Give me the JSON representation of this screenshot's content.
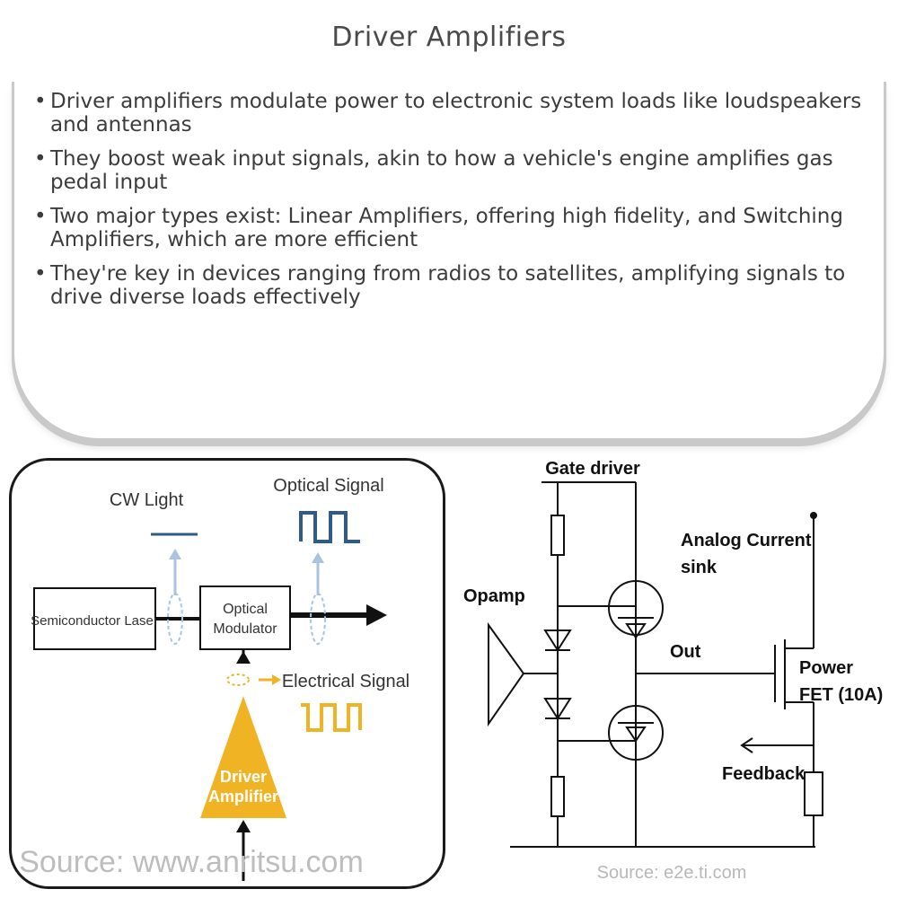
{
  "page": {
    "title": "Driver Amplifiers"
  },
  "bullets": [
    "Driver amplifiers modulate power to electronic system loads like loudspeakers and antennas",
    "They boost weak input signals, akin to how a vehicle's engine amplifies gas pedal input",
    "Two major types exist: Linear Amplifiers, offering high fidelity, and Switching Amplifiers, which are more efficient",
    "They're key in devices ranging from radios to satellites, amplifying signals to drive diverse loads effectively"
  ],
  "bullet_symbol": "•",
  "left_diagram": {
    "cw_light": "CW Light",
    "optical_signal": "Optical Signal",
    "laser": "Semiconductor Laser",
    "modulator_line1": "Optical",
    "modulator_line2": "Modulator",
    "electrical_signal": "Electrical Signal",
    "amp_line1": "Driver",
    "amp_line2": "Amplifier",
    "source": "Source: www.anritsu.com",
    "colors": {
      "optical": "#2f5b8a",
      "electrical": "#f0b323",
      "amplifier": "#f0b323"
    }
  },
  "right_diagram": {
    "gate_driver": "Gate driver",
    "analog_current_line1": "Analog Current",
    "analog_current_line2": "sink",
    "opamp": "Opamp",
    "out": "Out",
    "power_fet_line1": "Power",
    "power_fet_line2": "FET (10A)",
    "feedback": "Feedback",
    "source": "Source: e2e.ti.com"
  }
}
